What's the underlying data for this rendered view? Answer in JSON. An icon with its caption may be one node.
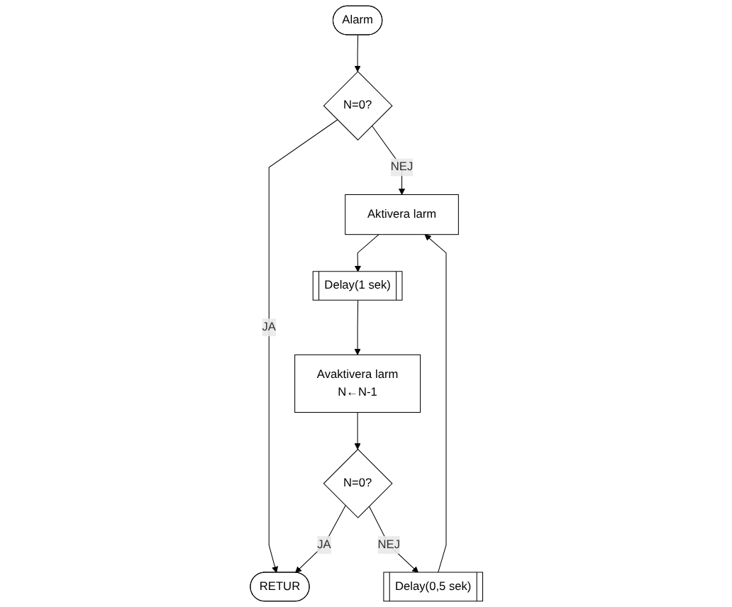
{
  "diagram": {
    "nodes": [
      {
        "text": [
          "Alarm"
        ]
      },
      {
        "text": [
          "N=0?"
        ]
      },
      {
        "text": [
          "Aktivera larm"
        ]
      },
      {
        "text": [
          "Delay(1 sek)"
        ]
      },
      {
        "text": [
          "Avaktivera larm",
          "N←N-1"
        ]
      },
      {
        "text": [
          "N=0?"
        ]
      },
      {
        "text": [
          "Delay(0,5 sek)"
        ]
      },
      {
        "text": [
          "RETUR"
        ]
      }
    ],
    "edges": [
      {
        "from": 0,
        "to": 1,
        "arrow": "to"
      },
      {
        "from": 1,
        "to": 2,
        "label": "NEJ",
        "arrow": "to"
      },
      {
        "from": 1,
        "to": 7,
        "label": "JA",
        "arrow": "to"
      },
      {
        "from": 2,
        "to": 3,
        "arrow": "to"
      },
      {
        "from": 3,
        "to": 4,
        "arrow": "to"
      },
      {
        "from": 4,
        "to": 5,
        "arrow": "to"
      },
      {
        "from": 5,
        "to": 7,
        "label": "JA",
        "arrow": "to"
      },
      {
        "from": 5,
        "to": 6,
        "label": "NEJ",
        "arrow": "to"
      },
      {
        "from": 6,
        "to": 2,
        "arrow": "to"
      }
    ]
  }
}
